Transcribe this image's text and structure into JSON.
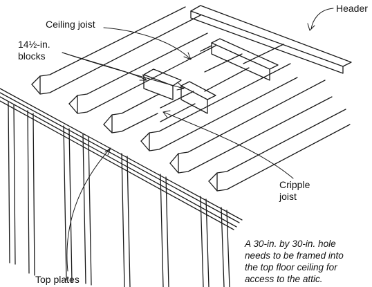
{
  "figure": {
    "labels": {
      "header": "Header",
      "ceiling_joist": "Ceiling joist",
      "blocks_line1": "14½-in.",
      "blocks_line2": "blocks",
      "cripple_line1": "Cripple",
      "cripple_line2": "joist",
      "top_plates": "Top plates"
    },
    "caption": [
      "A 30-in. by 30-in. hole",
      "needs to be framed into",
      "the top floor ceiling for",
      "access to the attic."
    ]
  }
}
